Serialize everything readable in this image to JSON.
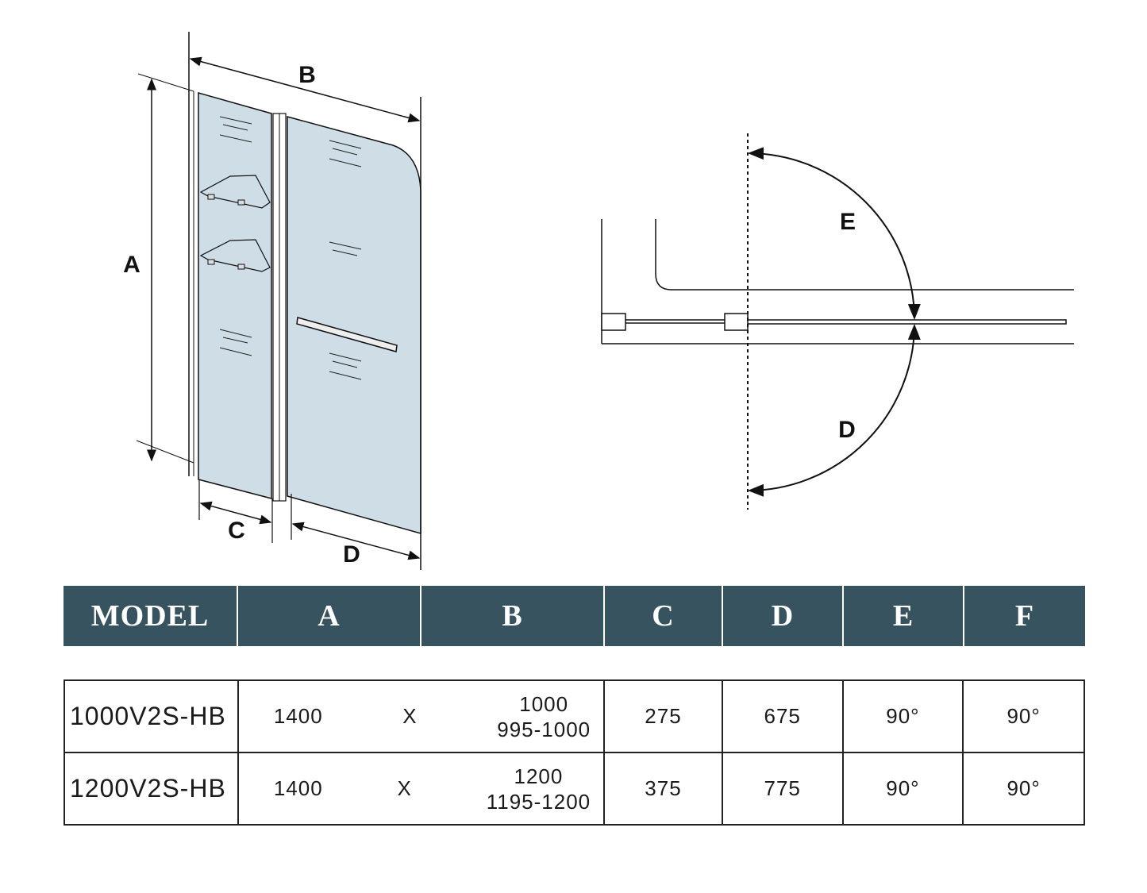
{
  "diagram": {
    "front_view_labels": {
      "a": "A",
      "b": "B",
      "c": "C",
      "d": "D"
    },
    "top_view_labels": {
      "e": "E",
      "d": "D"
    },
    "glass_color": "#cfdde6"
  },
  "table": {
    "header_color": "#37535f",
    "headers": [
      "MODEL",
      "A",
      "B",
      "C",
      "D",
      "E",
      "F"
    ],
    "rows": [
      {
        "model": "1000V2S-HB",
        "a": "1400",
        "x": "X",
        "b": "1000",
        "b_range": "995-1000",
        "c": "275",
        "d": "675",
        "e": "90°",
        "f": "90°"
      },
      {
        "model": "1200V2S-HB",
        "a": "1400",
        "x": "X",
        "b": "1200",
        "b_range": "1195-1200",
        "c": "375",
        "d": "775",
        "e": "90°",
        "f": "90°"
      }
    ]
  }
}
